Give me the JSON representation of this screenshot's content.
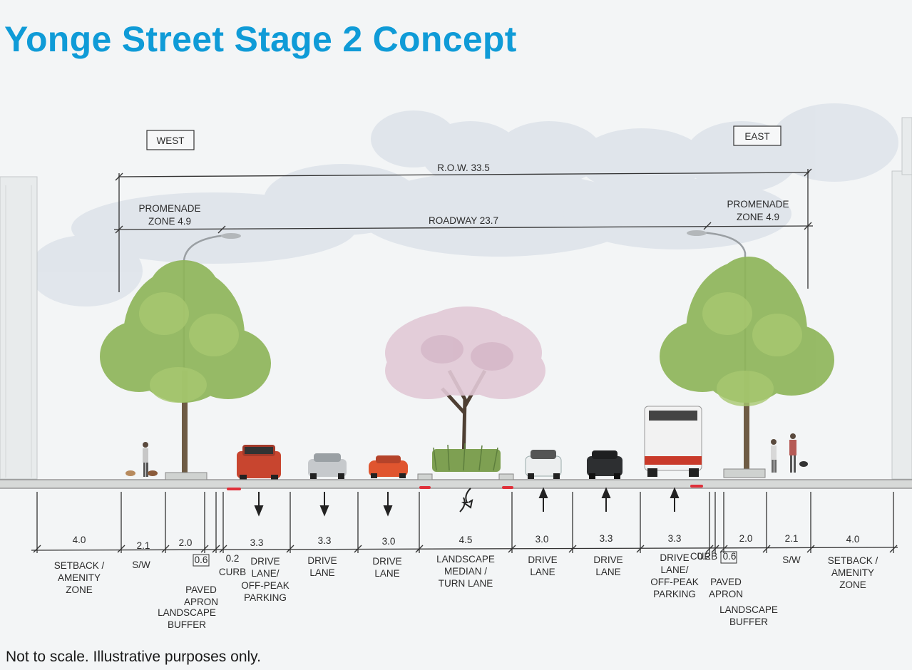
{
  "title": "Yonge Street Stage 2 Concept",
  "note": "Not to scale. Illustrative purposes only.",
  "direction": {
    "west": "WEST",
    "east": "EAST"
  },
  "dimensions": {
    "row": "R.O.W. 33.5",
    "roadway": "ROADWAY 23.7",
    "promenade_west": [
      "PROMENADE",
      "ZONE 4.9"
    ],
    "promenade_east": [
      "PROMENADE",
      "ZONE 4.9"
    ]
  },
  "segments": [
    {
      "value": "4.0",
      "label": [
        "SETBACK /",
        "AMENITY",
        "ZONE"
      ]
    },
    {
      "value": "2.1",
      "label": [
        "S/W"
      ]
    },
    {
      "value": "2.0",
      "label": []
    },
    {
      "value": "0.6",
      "label": []
    },
    {
      "value": "0.2",
      "label": [
        "CURB"
      ]
    },
    {
      "value": "3.3",
      "label": [
        "DRIVE",
        "LANE/",
        "OFF-PEAK",
        "PARKING"
      ]
    },
    {
      "value": "3.3",
      "label": [
        "DRIVE",
        "LANE"
      ]
    },
    {
      "value": "3.0",
      "label": [
        "DRIVE",
        "LANE"
      ]
    },
    {
      "value": "4.5",
      "label": [
        "LANDSCAPE",
        "MEDIAN /",
        "TURN LANE"
      ]
    },
    {
      "value": "3.0",
      "label": [
        "DRIVE",
        "LANE"
      ]
    },
    {
      "value": "3.3",
      "label": [
        "DRIVE",
        "LANE"
      ]
    },
    {
      "value": "3.3",
      "label": [
        "DRIVE",
        "LANE/",
        "OFF-PEAK",
        "PARKING"
      ]
    },
    {
      "value": "0.2",
      "label": [
        "CURB"
      ]
    },
    {
      "value": "0.6",
      "label": []
    },
    {
      "value": "2.0",
      "label": []
    },
    {
      "value": "2.1",
      "label": [
        "S/W"
      ]
    },
    {
      "value": "4.0",
      "label": [
        "SETBACK /",
        "AMENITY",
        "ZONE"
      ]
    }
  ],
  "extra_labels": {
    "west_paved_apron": [
      "PAVED",
      "APRON"
    ],
    "west_landscape_buffer": [
      "LANDSCAPE",
      "BUFFER"
    ],
    "east_paved_apron": [
      "PAVED",
      "APRON"
    ],
    "east_landscape_buffer": [
      "LANDSCAPE",
      "BUFFER"
    ]
  },
  "colors": {
    "title": "#0f9bd7",
    "tree_green": "#8fb55a",
    "blossom": "#e2c9d6",
    "car_red": "#c8452f",
    "car_orange": "#e0552f",
    "curb_red": "#e0303a",
    "ground": "#c9ccc9"
  }
}
